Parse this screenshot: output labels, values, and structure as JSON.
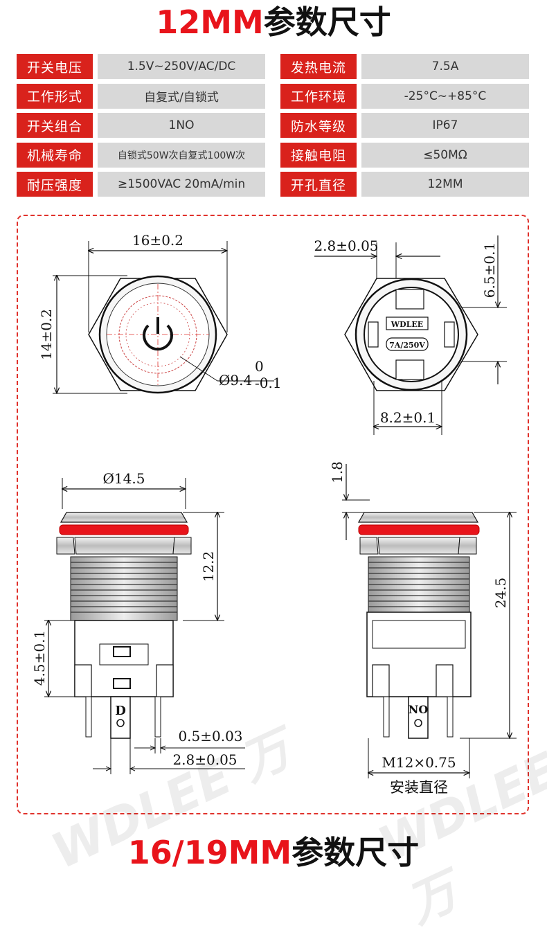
{
  "title_top": {
    "highlight": "12MM",
    "rest": "参数尺寸"
  },
  "title_bottom": {
    "highlight": "16/19MM",
    "rest": "参数尺寸"
  },
  "specs": [
    {
      "label1": "开关电压",
      "value1": "1.5V~250V/AC/DC",
      "label2": "发热电流",
      "value2": "7.5A"
    },
    {
      "label1": "工作形式",
      "value1": "自复式/自锁式",
      "label2": "工作环境",
      "value2": "-25°C~+85°C"
    },
    {
      "label1": "开关组合",
      "value1": "1NO",
      "label2": "防水等级",
      "value2": "IP67"
    },
    {
      "label1": "机械寿命",
      "value1": "自锁式50W次自复式100W次",
      "label2": "接触电阻",
      "value2": "≤50MΩ"
    },
    {
      "label1": "耐压强度",
      "value1": "≥1500VAC  20mA/min",
      "label2": "开孔直径",
      "value2": "12MM"
    }
  ],
  "drawing": {
    "front_width": "16±0.2",
    "front_height": "14±0.2",
    "ring_dia": "Ø9.4",
    "ring_tol_upper": "0",
    "ring_tol_lower": "-0.1",
    "rear_pin_width": "2.8±0.05",
    "rear_height": "6.5±0.1",
    "rear_pin_span": "8.2±0.1",
    "brand_label": "WDLEE",
    "rating_label": "7A/250V",
    "side_head_dia": "Ø14.5",
    "side_thread_len": "12.2",
    "side_pin_height": "4.5±0.1",
    "side_pin_thick": "0.5±0.03",
    "side_pin_width": "2.8±0.05",
    "pin_label_d": "D",
    "pin_label_no": "NO",
    "right_head_thick": "1.8",
    "right_total_len": "24.5",
    "thread_spec": "M12×0.75",
    "thread_caption": "安装直径"
  },
  "watermark": "WDLEE 万"
}
